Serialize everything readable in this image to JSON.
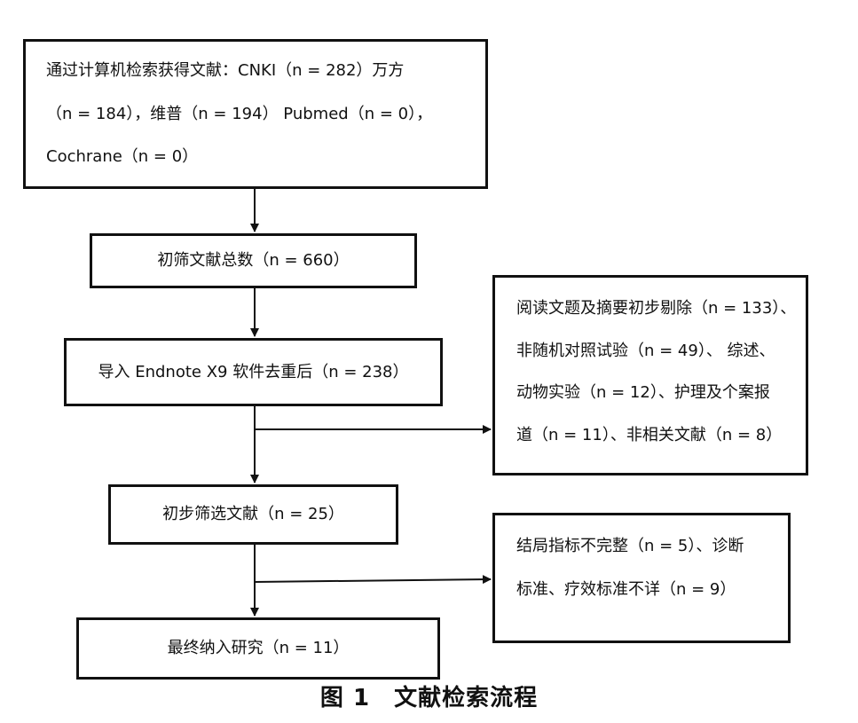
{
  "boxes": {
    "search": {
      "lines": [
        "通过计算机检索获得文献：CNKI（n = 282）万方",
        "（n = 184），维普（n = 194）  Pubmed（n = 0），",
        "Cochrane（n = 0）"
      ]
    },
    "initial": {
      "text": "初筛文献总数（n = 660）"
    },
    "dedup": {
      "text": "导入 Endnote X9 软件去重后（n = 238）"
    },
    "screen": {
      "text": "初步筛选文献（n = 25）"
    },
    "final": {
      "text": "最终纳入研究（n = 11）"
    },
    "exclusion1": {
      "lines": [
        "阅读文题及摘要初步剔除（n = 133）、",
        "非随机对照试验（n = 49）、 综述、",
        "动物实验（n = 12）、护理及个案报",
        "道（n = 11）、非相关文献（n = 8）"
      ]
    },
    "exclusion2": {
      "lines": [
        "结局指标不完整（n = 5）、诊断",
        "标准、疗效标准不详（n = 9）"
      ]
    }
  },
  "caption": "图 1　文献检索流程",
  "colors": {
    "line": "#111111",
    "background": "#ffffff"
  }
}
